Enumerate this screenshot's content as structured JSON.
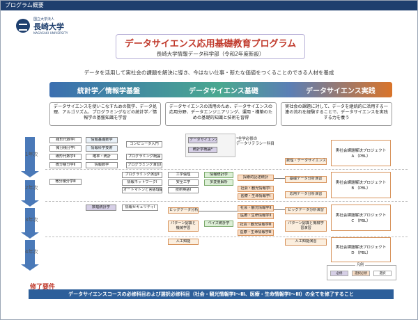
{
  "header": {
    "label": "プログラム概要"
  },
  "logo": {
    "small": "国立大学法人",
    "name": "長崎大学",
    "en": "NAGASAKI UNIVERSITY"
  },
  "title": {
    "main": "データサイエンス応用基礎教育プログラム",
    "sub": "長崎大学情報データ科学部（令和2年度新設）"
  },
  "goal": "データを活用して実社会の課題を解決に導き、今はない仕事・新たな価値をつくることのできる人材を養成",
  "bands": [
    "統計学／情報学基盤",
    "データサイエンス基礎",
    "データサイエンス実践"
  ],
  "descriptions": [
    "データサイエンスを使いこなすための数学、データ処理、アルゴリズム、プログラミングなどの統計学／情報学の基盤知識を学習",
    "データサイエンスの活用のため、データサイエンスの応用分野、データエンジニアリング、運用・構築のための基礎的知識と技術を習得",
    "実社会の課題に対して、データを継続的に活用する一連の流れを経験することで、データサイエンスを実践する力を養う"
  ],
  "years": [
    "1年次",
    "2年次",
    "3年次",
    "4年次"
  ],
  "note": {
    "item1": "データサイエンス概論*",
    "item2": "統計学概論*",
    "caption": "*全学必修の\nデータリテラシー科目"
  },
  "courses": {
    "y1_math": [
      "線形代数学Ⅰ",
      "微分積分学Ⅰ",
      "線形代数学Ⅱ",
      "微分積分学Ⅱ"
    ],
    "y1_info": [
      "情報基礎数学",
      "情報科学技術",
      "確率・統計",
      "情報数学"
    ],
    "y1_prog": [
      "コンピュータ入門",
      "プログラミング概論",
      "プログラミング演習Ⅰ"
    ],
    "y2_math": [
      "微分積分学Ⅲ"
    ],
    "y2_prog": [
      "プログラミング演習Ⅱ",
      "情報ネットワークⅠ",
      "オートマトンと言語理論"
    ],
    "y2_basic": [
      "工学倫理",
      "安全工学",
      "技術英語Ⅰ"
    ],
    "y2_stat": [
      "情報統計学",
      "多変量解析"
    ],
    "y2_app": [
      "探索的記述統計",
      "社会・観光情報学Ⅰ",
      "医療・生命情報学Ⅰ"
    ],
    "y3_info": [
      "数理統計学",
      "情報セキュリティⅠ"
    ],
    "y3_basic": [
      "ビッグデータ分析",
      "パターン認識と機械学習",
      "人工知能"
    ],
    "y3_stat": [
      "ベイズ統計学"
    ],
    "y3_app": [
      "社会・観光情報学Ⅱ",
      "医療・生命情報学Ⅱ",
      "社会・観光情報学Ⅲ",
      "医療・生命情報学Ⅲ"
    ],
    "practice": [
      "数理・データサイエンス",
      "基礎データ分析演習",
      "応用データ分析演習",
      "ビッグデータ分析演習",
      "パターン認識と機械学習演習",
      "人工知能演習"
    ],
    "pbl": [
      "実社会課題解決プロジェクト\nA （PBL）",
      "実社会課題解決プロジェクト\nB （PBL）",
      "実社会課題解決プロジェクト\nC （PBL）",
      "実社会課題解決プロジェクト\nD （PBL）"
    ]
  },
  "legend": {
    "title": "凡例",
    "items": [
      "必修",
      "選択必修",
      "選択"
    ]
  },
  "requirement": {
    "label": "修了要件",
    "text": "データサイエンスコースの必修科目および選択必修科目（社会・観光情報学Ⅰ～Ⅲ、医療・生命情報学Ⅰ～Ⅲ）の全てを修了すること"
  },
  "colors": {
    "header": "#1e3f6e",
    "title": "#c0392b",
    "arrow": "#4a79b8"
  }
}
